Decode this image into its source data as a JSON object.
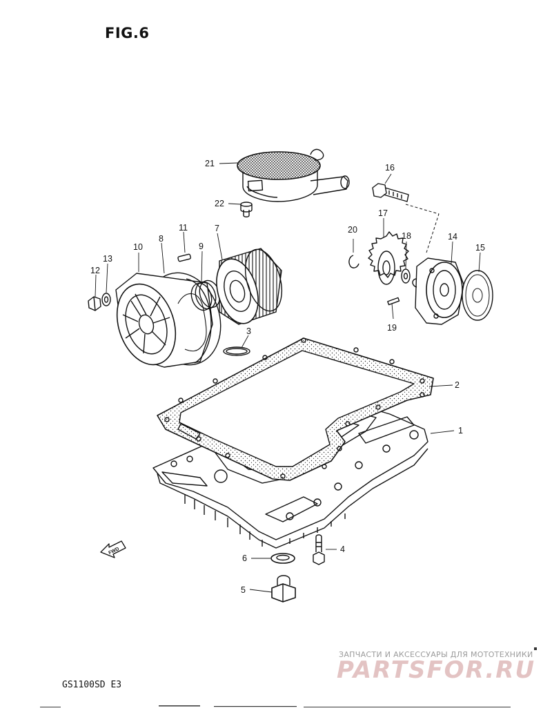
{
  "figure": {
    "title": "FIG.6",
    "model": "GS1100SD  E3"
  },
  "watermark": {
    "tagline": "ЗАПЧАСТИ И АКСЕССУАРЫ ДЛЯ МОТОТЕХНИКИ",
    "logo": "PARTSFOR.RU",
    "logo_color": "#e3c3c3"
  },
  "direction_marker": "FWD",
  "callouts": [
    "1",
    "2",
    "3",
    "4",
    "5",
    "6",
    "7",
    "8",
    "9",
    "10",
    "11",
    "12",
    "13",
    "14",
    "15",
    "16",
    "17",
    "18",
    "19",
    "20",
    "21",
    "22"
  ],
  "icons": [
    "fwd-arrow-icon"
  ]
}
